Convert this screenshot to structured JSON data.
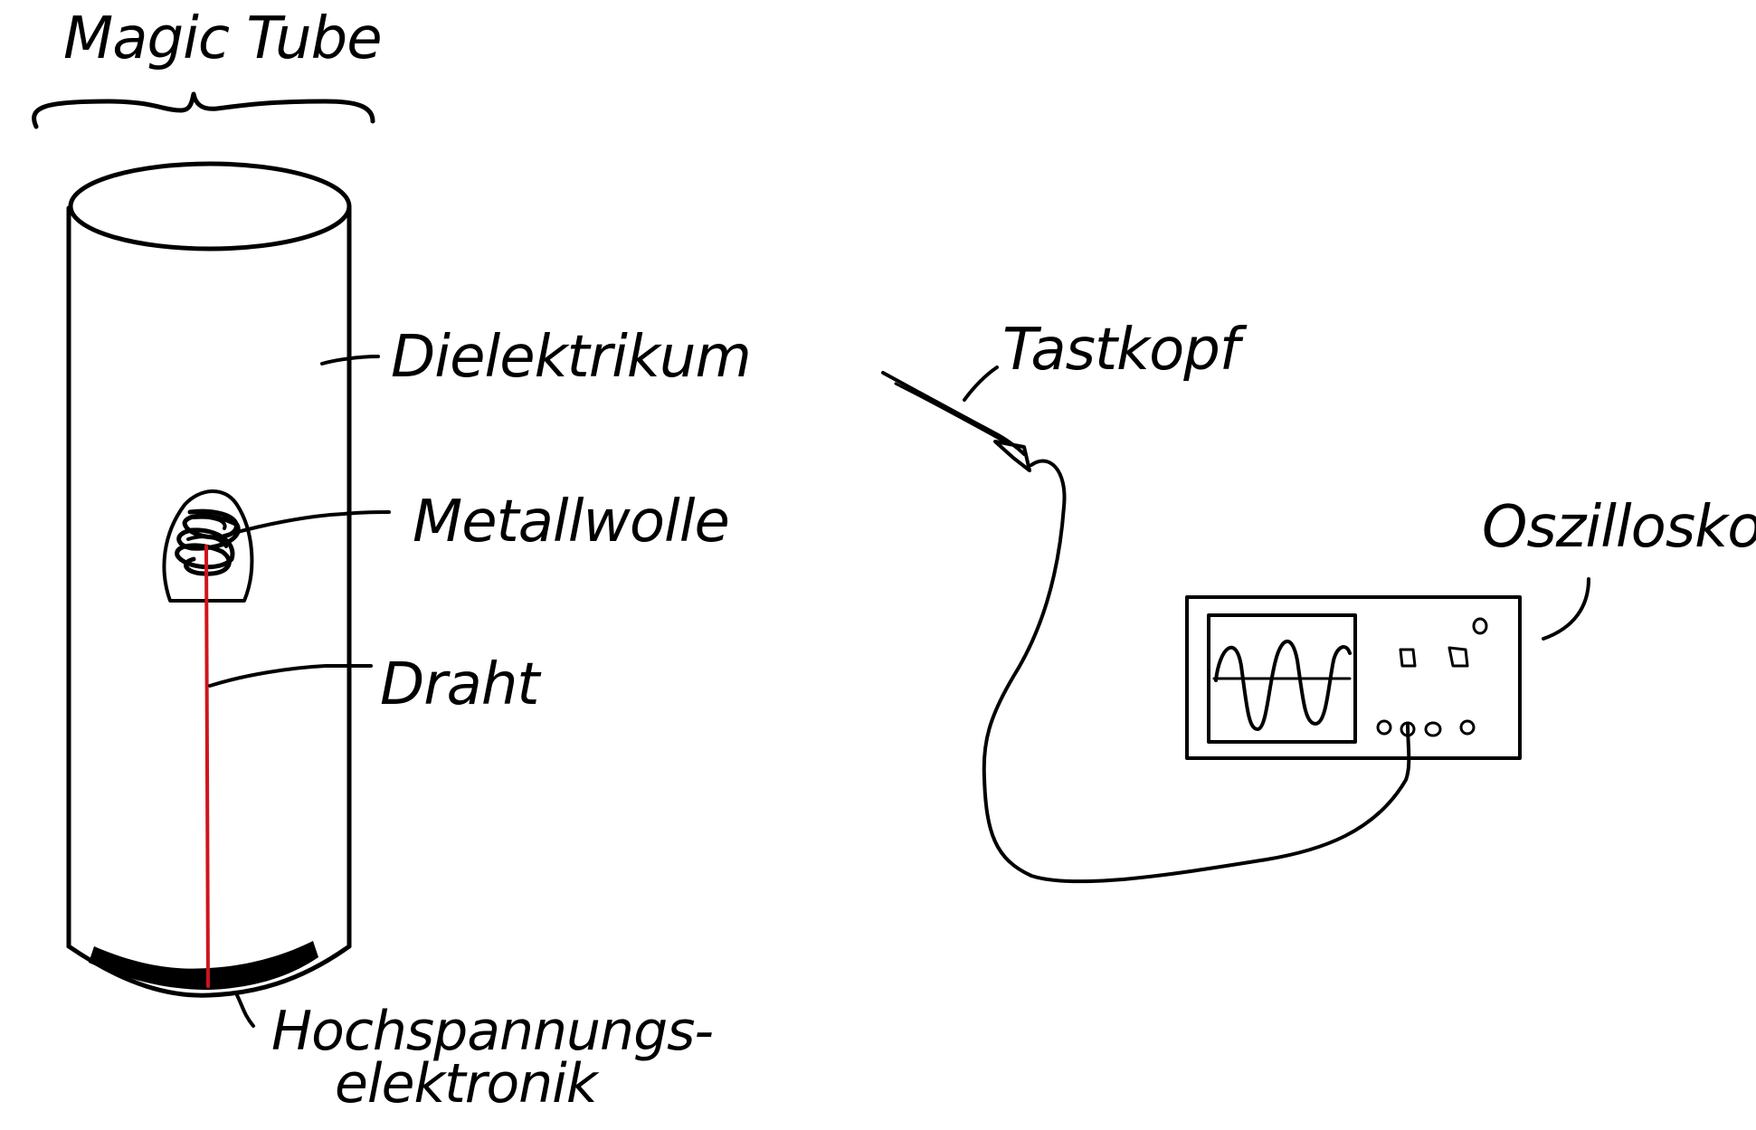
{
  "labels": {
    "title": "Magic Tube",
    "dielectric": "Dielektrikum",
    "metal_wool": "Metallwolle",
    "wire": "Draht",
    "hv_line1": "Hochspannungs-",
    "hv_line2": "elektronik",
    "probe": "Tastkopf",
    "scope": "Oszilloskop"
  },
  "colors": {
    "ink": "#000000",
    "wire": "#d0141b",
    "background": "#ffffff"
  }
}
